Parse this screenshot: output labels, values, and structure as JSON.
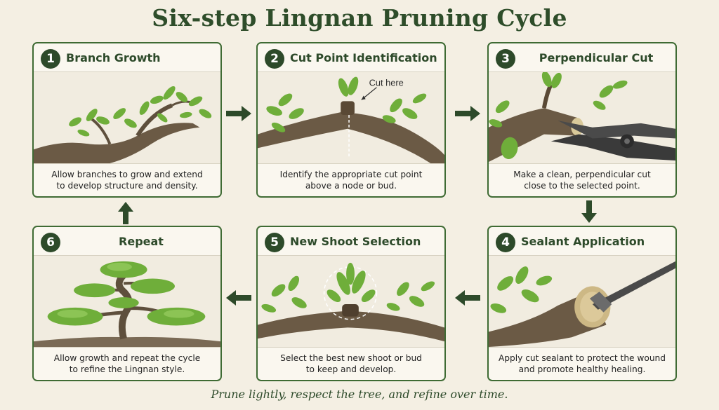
{
  "title": "Six-step Lingnan Pruning Cycle",
  "footer": "Prune lightly, respect the tree, and refine over time.",
  "colors": {
    "accent": "#2d4a2a",
    "border": "#3f6b34",
    "background": "#f4efe3",
    "leaf": "#6fae3a"
  },
  "steps": [
    {
      "number": "1",
      "label": "Branch Growth",
      "line1": "Allow branches to grow and extend",
      "line2": "to develop structure and density."
    },
    {
      "number": "2",
      "label": "Cut Point Identification",
      "line1": "Identify the appropriate cut point",
      "line2": "above a node or bud.",
      "annotation": "Cut here"
    },
    {
      "number": "3",
      "label": "Perpendicular Cut",
      "line1": "Make a clean, perpendicular cut",
      "line2": "close to the selected point."
    },
    {
      "number": "4",
      "label": "Sealant Application",
      "line1": "Apply cut sealant to protect the wound",
      "line2": "and promote healthy healing."
    },
    {
      "number": "5",
      "label": "New Shoot Selection",
      "line1": "Select the best new shoot or bud",
      "line2": "to keep and develop."
    },
    {
      "number": "6",
      "label": "Repeat",
      "line1": "Allow growth and repeat the cycle",
      "line2": "to refine the Lingnan style."
    }
  ],
  "icons": [
    "arrow-right-icon",
    "arrow-down-icon",
    "arrow-left-icon",
    "arrow-up-icon"
  ]
}
